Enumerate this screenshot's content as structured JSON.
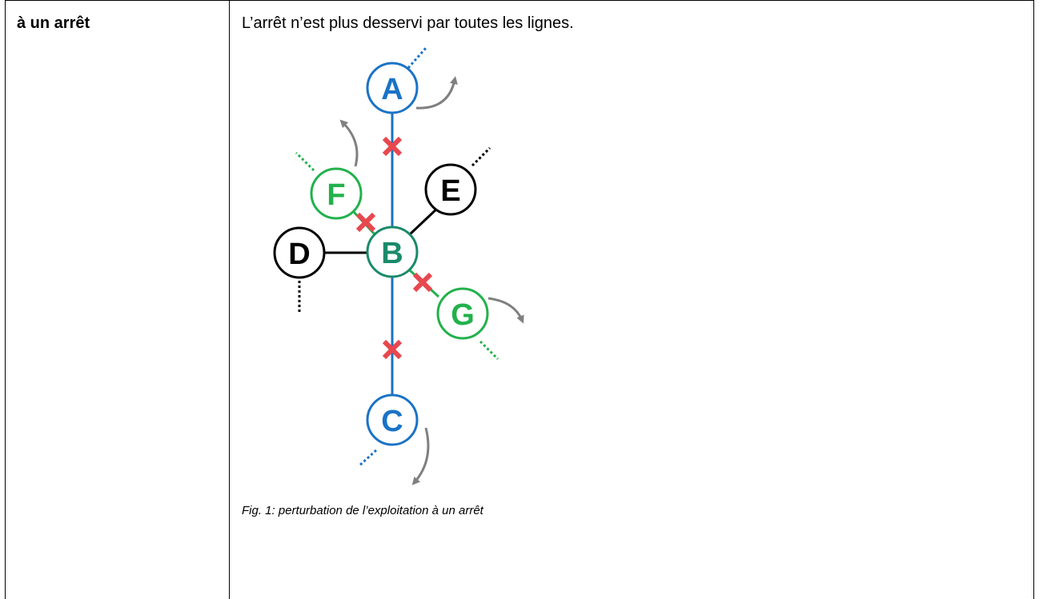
{
  "row": {
    "term": "à un arrêt",
    "description": "L’arrêt n’est plus desservi par toutes les lignes.",
    "caption": "Fig. 1: perturbation de l’exploitation à un arrêt"
  },
  "diagram": {
    "nodes": [
      {
        "id": "A",
        "label": "A",
        "color": "#1a73c6"
      },
      {
        "id": "B",
        "label": "B",
        "color": "#1a8a6a"
      },
      {
        "id": "C",
        "label": "C",
        "color": "#1a73c6"
      },
      {
        "id": "D",
        "label": "D",
        "color": "#000000"
      },
      {
        "id": "E",
        "label": "E",
        "color": "#000000"
      },
      {
        "id": "F",
        "label": "F",
        "color": "#22b14c"
      },
      {
        "id": "G",
        "label": "G",
        "color": "#22b14c"
      }
    ],
    "colors": {
      "blue_line": "#1a73c6",
      "green_line": "#22b14c",
      "black_line": "#000000",
      "cross": "#e8474e",
      "arrow": "#808080"
    }
  }
}
